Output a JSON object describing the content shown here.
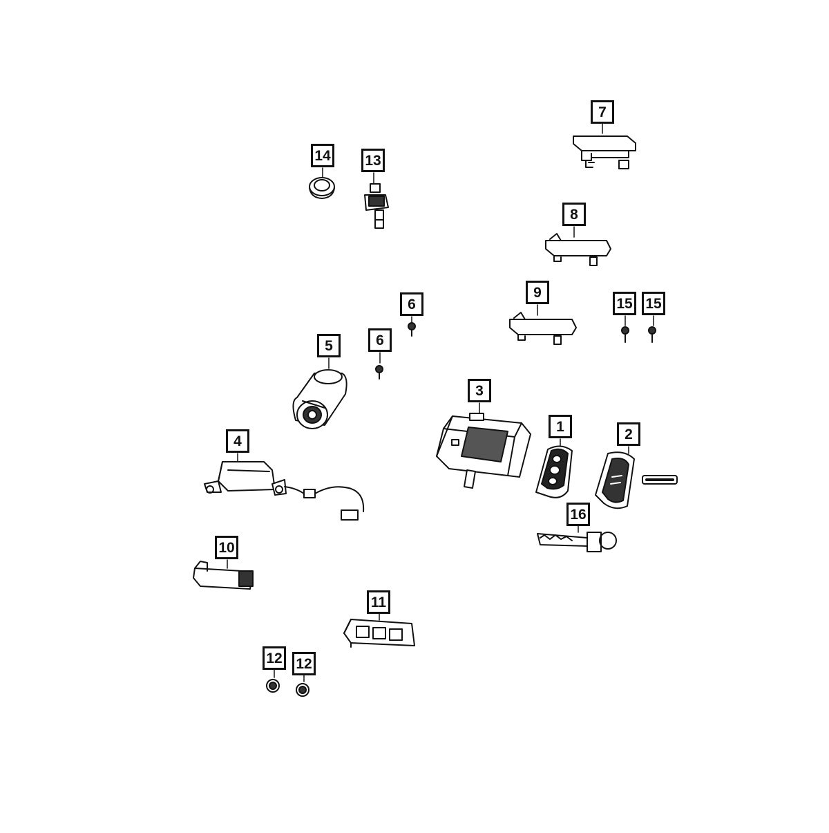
{
  "diagram": {
    "callouts": [
      {
        "id": "c7",
        "label": "7"
      },
      {
        "id": "c14",
        "label": "14"
      },
      {
        "id": "c13",
        "label": "13"
      },
      {
        "id": "c8",
        "label": "8"
      },
      {
        "id": "c6a",
        "label": "6"
      },
      {
        "id": "c9",
        "label": "9"
      },
      {
        "id": "c15a",
        "label": "15"
      },
      {
        "id": "c15b",
        "label": "15"
      },
      {
        "id": "c6b",
        "label": "6"
      },
      {
        "id": "c5",
        "label": "5"
      },
      {
        "id": "c3",
        "label": "3"
      },
      {
        "id": "c1",
        "label": "1"
      },
      {
        "id": "c2",
        "label": "2"
      },
      {
        "id": "c4",
        "label": "4"
      },
      {
        "id": "c16",
        "label": "16"
      },
      {
        "id": "c10",
        "label": "10"
      },
      {
        "id": "c11",
        "label": "11"
      },
      {
        "id": "c12a",
        "label": "12"
      },
      {
        "id": "c12b",
        "label": "12"
      }
    ],
    "colors": {
      "line": "#111111",
      "fill": "#ffffff",
      "shade": "#555555"
    }
  }
}
